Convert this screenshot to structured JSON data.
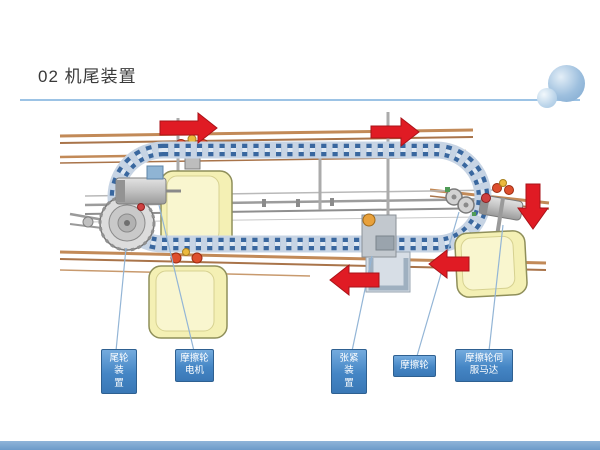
{
  "slide": {
    "title": "02 机尾装置"
  },
  "callouts": [
    {
      "id": "tail-wheel-device",
      "text": "尾轮装\n置"
    },
    {
      "id": "friction-wheel-motor",
      "text": "摩擦轮\n电机"
    },
    {
      "id": "tensioning-device",
      "text": "张紧装\n置"
    },
    {
      "id": "friction-wheel",
      "text": "摩擦轮"
    },
    {
      "id": "friction-wheel-servo",
      "text": "摩擦轮伺\n服马达"
    }
  ],
  "diagram": {
    "flow_arrows": [
      {
        "direction": "right",
        "position": "top-left"
      },
      {
        "direction": "right",
        "position": "top-center"
      },
      {
        "direction": "down",
        "position": "right-side"
      },
      {
        "direction": "left",
        "position": "bottom-center"
      },
      {
        "direction": "left",
        "position": "bottom-right"
      }
    ]
  },
  "colors": {
    "accent_line": "#9cc3e5",
    "arrow_red": "#e01b24",
    "callout_blue": "#4586c5",
    "roller_blue": "#39679f",
    "hanger_yellow": "#f4f0b4",
    "rail_copper": "#c28a58",
    "footer_blue": "#6d9bc9"
  }
}
